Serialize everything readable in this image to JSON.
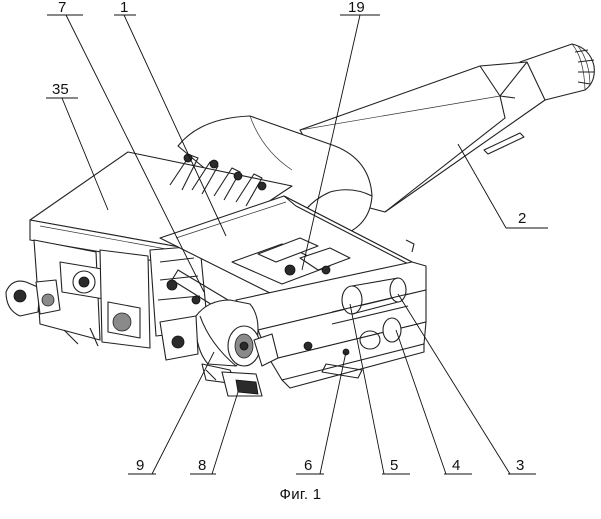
{
  "figure": {
    "caption": "Фиг. 1",
    "ref_labels": [
      "7",
      "1",
      "19",
      "35",
      "2",
      "9",
      "8",
      "6",
      "5",
      "4",
      "3"
    ]
  }
}
